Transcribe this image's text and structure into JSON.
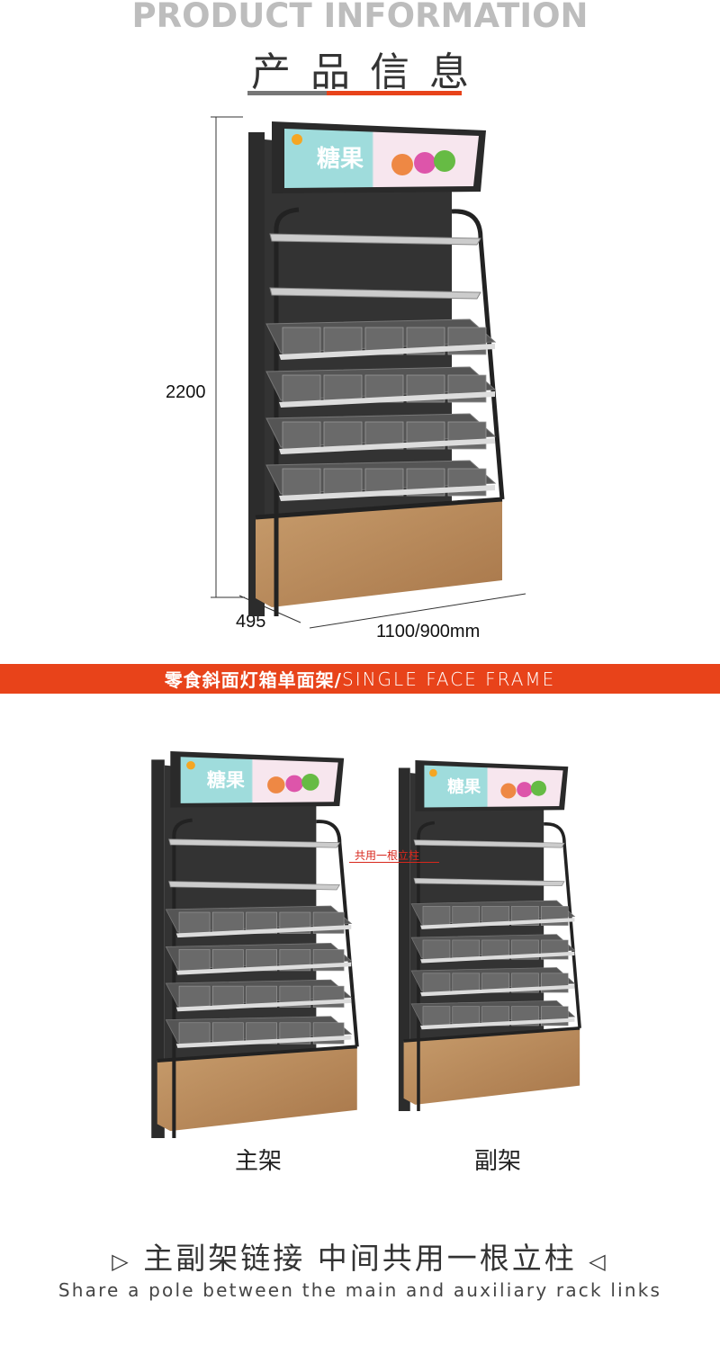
{
  "header": {
    "title_en": "PRODUCT INFORMATION",
    "title_cn": "产品信息",
    "underline_colors": [
      "#777777",
      "#e8431a"
    ]
  },
  "dimensions": {
    "height": "2200",
    "depth": "495",
    "width": "1100/900mm"
  },
  "sign_text": "糖果",
  "banner": {
    "cn": "零食斜面灯箱单面架/",
    "en": "SINGLE FACE FRAME",
    "color": "#e8431a"
  },
  "racks": {
    "main_label": "主架",
    "aux_label": "副架",
    "shared_pole_note": "共用一根立柱"
  },
  "footer": {
    "tagline_cn": "主副架链接 中间共用一根立柱",
    "tagline_en": "Share a pole between the main and auxiliary rack links",
    "left_icon": "triangle-right-icon",
    "right_icon": "triangle-left-icon"
  }
}
